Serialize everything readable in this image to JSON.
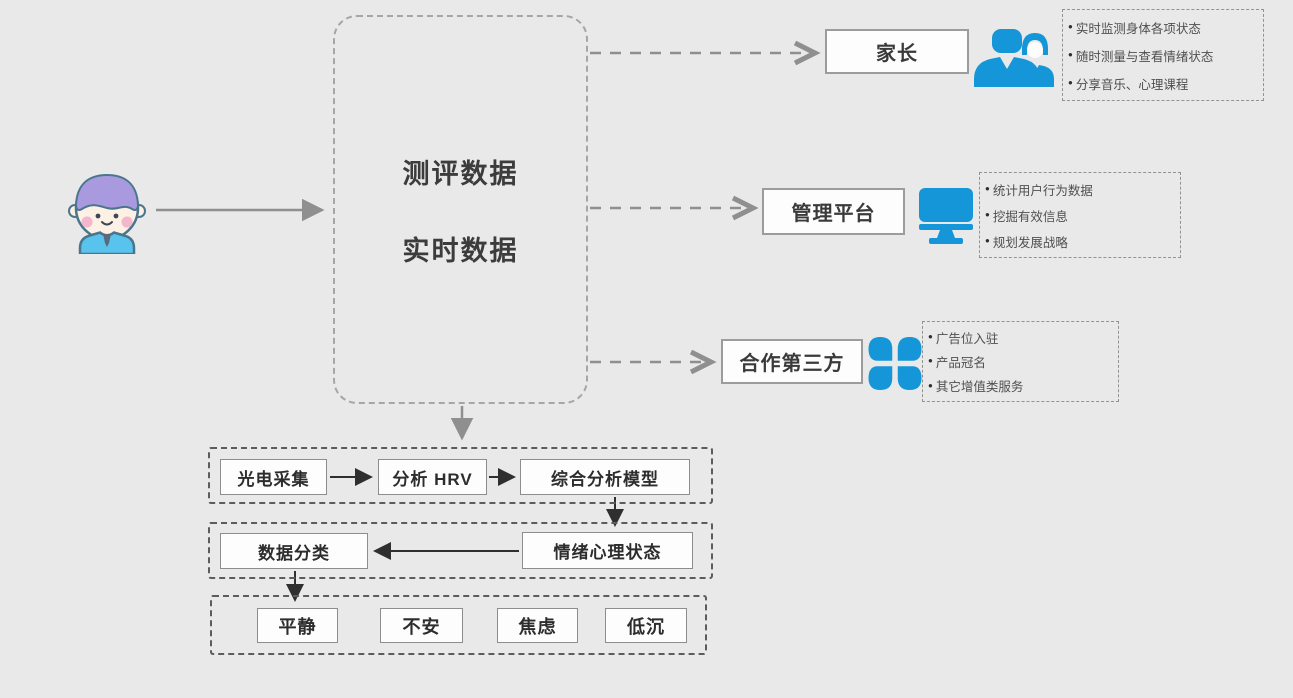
{
  "colors": {
    "background": "#e9e9e9",
    "accent_blue": "#1496d8",
    "arrow_gray": "#8f8f8f",
    "arrow_dark": "#2f2f2f",
    "avatar_hair": "#a99ae0",
    "avatar_skin": "#fdf0e4",
    "avatar_shirt": "#58c3ec",
    "avatar_outline": "#49768c"
  },
  "ui": {
    "bullet": "●"
  },
  "hub": {
    "line1": "测评数据",
    "line2": "实时数据"
  },
  "branches": [
    {
      "label": "家长",
      "icon": "parents-icon",
      "items": [
        "实时监测身体各项状态",
        "随时测量与查看情绪状态",
        "分享音乐、心理课程"
      ]
    },
    {
      "label": "管理平台",
      "icon": "monitor-icon",
      "items": [
        "统计用户行为数据",
        "挖掘有效信息",
        "规划发展战略"
      ]
    },
    {
      "label": "合作第三方",
      "icon": "clover-icon",
      "items": [
        "广告位入驻",
        "产品冠名",
        "其它增值类服务"
      ]
    }
  ],
  "pipeline": {
    "row1": [
      "光电采集",
      "分析 HRV",
      "综合分析模型"
    ],
    "row2": {
      "left": "数据分类",
      "right": "情绪心理状态"
    },
    "row3": [
      "平静",
      "不安",
      "焦虑",
      "低沉"
    ]
  }
}
